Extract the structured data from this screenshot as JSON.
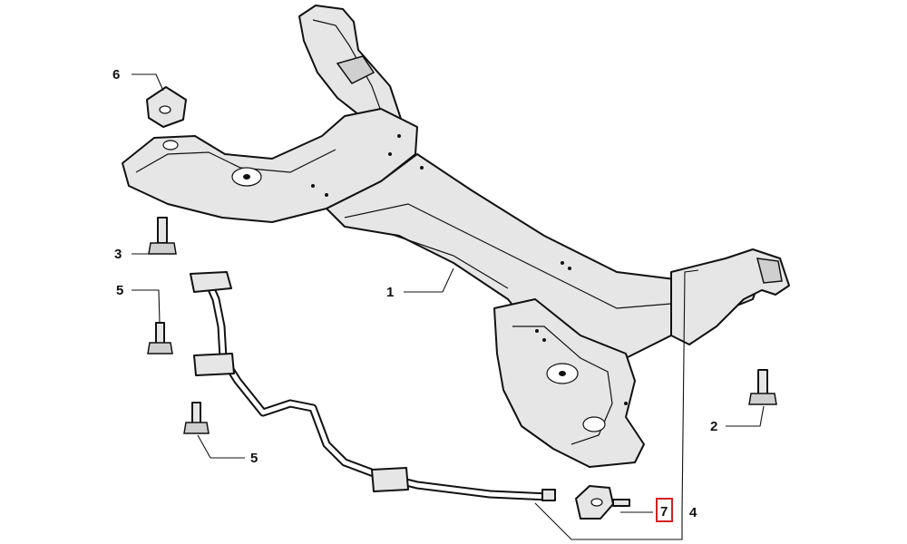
{
  "diagram": {
    "callouts": {
      "c1": "1",
      "c2": "2",
      "c3": "3",
      "c4": "4",
      "c5a": "5",
      "c5b": "5",
      "c6": "6",
      "c7": "7"
    },
    "highlight": {
      "callout": "7",
      "color": "#d81e1e"
    }
  }
}
